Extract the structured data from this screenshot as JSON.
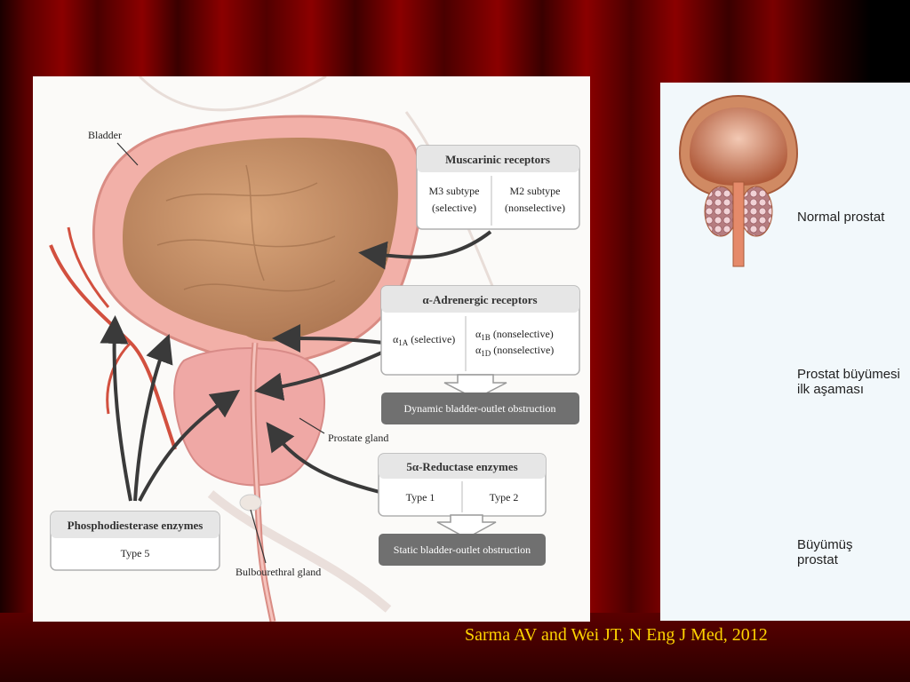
{
  "figure_left": {
    "labels": {
      "bladder": "Bladder",
      "prostate_gland": "Prostate gland",
      "bulbourethral_gland": "Bulbourethral gland"
    },
    "muscarinic": {
      "title": "Muscarinic receptors",
      "col1_line1": "M3 subtype",
      "col1_line2": "(selective)",
      "col2_line1": "M2 subtype",
      "col2_line2": "(nonselective)"
    },
    "adrenergic": {
      "title": "α-Adrenergic receptors",
      "col1_sym": "α",
      "col1_sub": "1A",
      "col1_text": " (selective)",
      "col2_sym1": "α",
      "col2_sub1": "1B",
      "col2_text1": " (nonselective)",
      "col2_sym2": "α",
      "col2_sub2": "1D",
      "col2_text2": " (nonselective)"
    },
    "dynamic_obstruction": "Dynamic bladder-outlet obstruction",
    "reductase": {
      "title": "5α-Reductase enzymes",
      "col1": "Type 1",
      "col2": "Type 2"
    },
    "static_obstruction": "Static bladder-outlet obstruction",
    "pde": {
      "title": "Phosphodiesterase enzymes",
      "col1": "Type 5"
    }
  },
  "figure_right": {
    "normal": "Normal prostat",
    "early_line1": "Prostat büyümesi",
    "early_line2": "ilk aşaması",
    "enlarged_line1": "Büyümüş",
    "enlarged_line2": "prostat"
  },
  "citation": "Sarma AV and Wei JT, N Eng J Med, 2012",
  "colors": {
    "curtain_red": "#8b0000",
    "citation_yellow": "#ffd400",
    "bladder_inner": "#c8926a",
    "bladder_wall": "#f2b0a8",
    "box_gray": "#707070"
  }
}
